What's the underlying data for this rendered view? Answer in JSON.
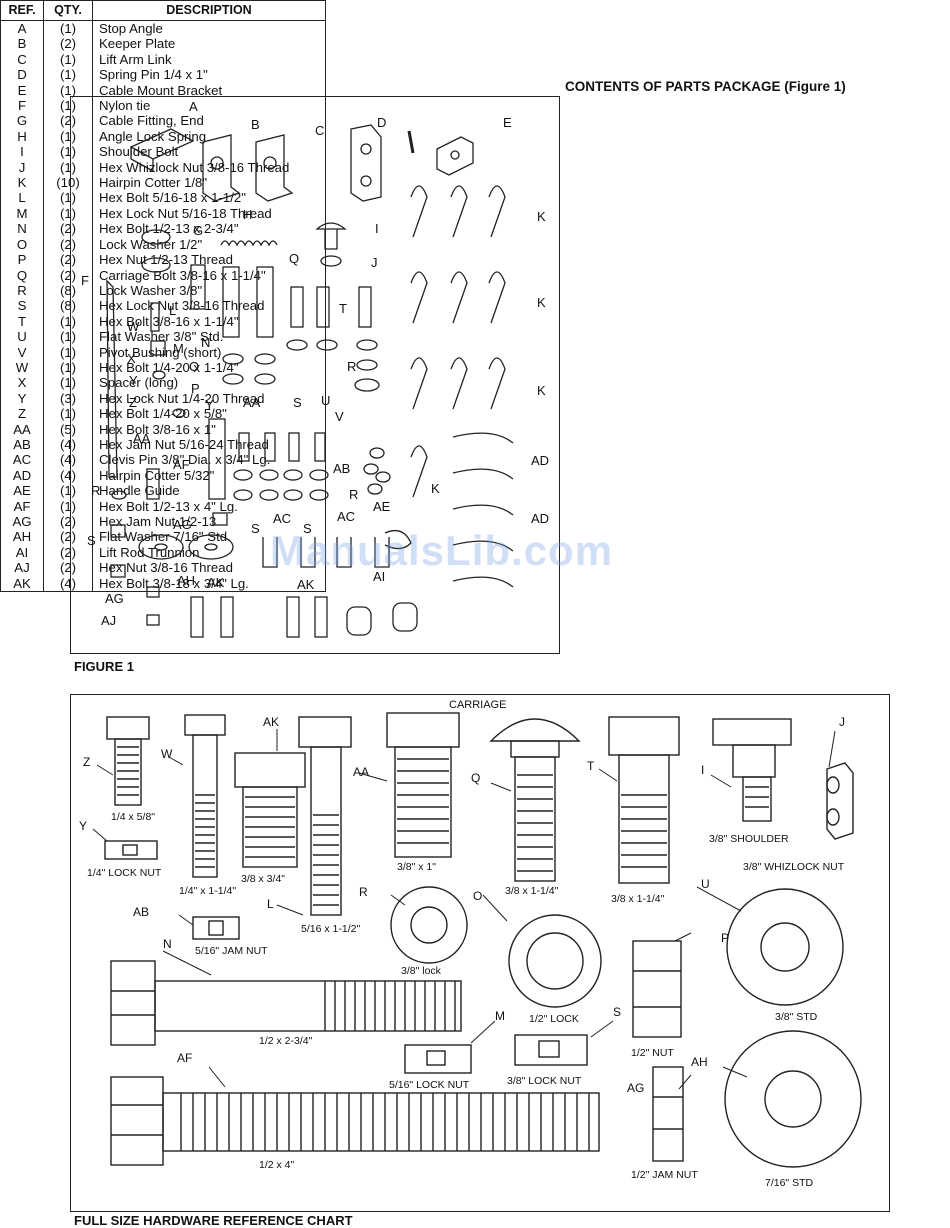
{
  "parts_package": {
    "title": "CONTENTS OF PARTS PACKAGE (Figure 1)",
    "headers": {
      "ref": "REF.",
      "qty": "QTY.",
      "desc": "DESCRIPTION"
    },
    "rows": [
      {
        "ref": "A",
        "qty": "(1)",
        "desc": "Stop Angle"
      },
      {
        "ref": "B",
        "qty": "(2)",
        "desc": "Keeper Plate"
      },
      {
        "ref": "C",
        "qty": "(1)",
        "desc": "Lift Arm Link"
      },
      {
        "ref": "D",
        "qty": "(1)",
        "desc": "Spring Pin 1/4 x 1\""
      },
      {
        "ref": "E",
        "qty": "(1)",
        "desc": "Cable Mount Bracket"
      },
      {
        "ref": "F",
        "qty": "(1)",
        "desc": "Nylon tie"
      },
      {
        "ref": "G",
        "qty": "(2)",
        "desc": "Cable Fitting, End"
      },
      {
        "ref": "H",
        "qty": "(1)",
        "desc": "Angle Lock Spring"
      },
      {
        "ref": "I",
        "qty": "(1)",
        "desc": "Shoulder Bolt"
      },
      {
        "ref": "J",
        "qty": "(1)",
        "desc": "Hex Whizlock Nut 3/8-16 Thread"
      },
      {
        "ref": "K",
        "qty": "(10)",
        "desc": "Hairpin Cotter 1/8\""
      },
      {
        "ref": "L",
        "qty": "(1)",
        "desc": "Hex Bolt 5/16-18 x 1-1/2\""
      },
      {
        "ref": "M",
        "qty": "(1)",
        "desc": "Hex Lock Nut 5/16-18 Thread"
      },
      {
        "ref": "N",
        "qty": "(2)",
        "desc": "Hex Bolt 1/2-13 x 2-3/4\""
      },
      {
        "ref": "O",
        "qty": "(2)",
        "desc": "Lock Washer 1/2\""
      },
      {
        "ref": "P",
        "qty": "(2)",
        "desc": "Hex Nut 1/2-13 Thread"
      },
      {
        "ref": "Q",
        "qty": "(2)",
        "desc": "Carriage Bolt 3/8-16 x 1-1/4\""
      },
      {
        "ref": "R",
        "qty": "(8)",
        "desc": "Lock Washer 3/8\""
      },
      {
        "ref": "S",
        "qty": "(8)",
        "desc": "Hex Lock Nut 3/8-16 Thread"
      },
      {
        "ref": "T",
        "qty": "(1)",
        "desc": "Hex Bolt 3/8-16 x 1-1/4\""
      },
      {
        "ref": "U",
        "qty": "(1)",
        "desc": "Flat Washer 3/8\" Std."
      },
      {
        "ref": "V",
        "qty": "(1)",
        "desc": "Pivot Bushing (short)"
      },
      {
        "ref": "W",
        "qty": "(1)",
        "desc": "Hex Bolt 1/4-20 x 1-1/4\""
      },
      {
        "ref": "X",
        "qty": "(1)",
        "desc": "Spacer (long)"
      },
      {
        "ref": "Y",
        "qty": "(3)",
        "desc": "Hex Lock Nut 1/4-20 Thread"
      },
      {
        "ref": "Z",
        "qty": "(1)",
        "desc": "Hex Bolt 1/4-20 x 5/8\""
      },
      {
        "ref": "AA",
        "qty": "(5)",
        "desc": "Hex Bolt 3/8-16 x 1\""
      },
      {
        "ref": "AB",
        "qty": "(4)",
        "desc": "Hex Jam Nut 5/16-24 Thread"
      },
      {
        "ref": "AC",
        "qty": "(4)",
        "desc": "Clevis Pin 3/8\" Dia. x 3/4\" Lg."
      },
      {
        "ref": "AD",
        "qty": "(4)",
        "desc": "Hairpin Cotter 5/32\""
      },
      {
        "ref": "AE",
        "qty": "(1)",
        "desc": "Handle Guide"
      },
      {
        "ref": "AF",
        "qty": "(1)",
        "desc": "Hex Bolt 1/2-13 x 4\" Lg."
      },
      {
        "ref": "AG",
        "qty": "(2)",
        "desc": "Hex Jam Nut 1/2-13"
      },
      {
        "ref": "AH",
        "qty": "(2)",
        "desc": "Flat Washer 7/16\" Std."
      },
      {
        "ref": "AI",
        "qty": "(2)",
        "desc": "Lift Rod Trunnion"
      },
      {
        "ref": "AJ",
        "qty": "(2)",
        "desc": "Hex Nut 3/8-16 Thread"
      },
      {
        "ref": "AK",
        "qty": "(4)",
        "desc": "Hex Bolt 3/8-18 x 3/4\" Lg."
      }
    ]
  },
  "figure1": {
    "caption": "FIGURE 1",
    "labels": {
      "A": "A",
      "B": "B",
      "C": "C",
      "D": "D",
      "E": "E",
      "F": "F",
      "G": "G",
      "H": "H",
      "I": "I",
      "J": "J",
      "K": "K",
      "L": "L",
      "M": "M",
      "N": "N",
      "O": "O",
      "P": "P",
      "Q": "Q",
      "R": "R",
      "S": "S",
      "T": "T",
      "U": "U",
      "V": "V",
      "W": "W",
      "X": "X",
      "Y": "Y",
      "Z": "Z",
      "AA": "AA",
      "AB": "AB",
      "AC": "AC",
      "AD": "AD",
      "AE": "AE",
      "AF": "AF",
      "AG": "AG",
      "AH": "AH",
      "AI": "AI",
      "AJ": "AJ",
      "AK": "AK"
    }
  },
  "hardware_chart": {
    "caption": "FULL SIZE HARDWARE REFERENCE CHART",
    "carriage_label": "CARRIAGE",
    "items": {
      "z": {
        "ref": "Z",
        "size": "1/4 x 5/8\""
      },
      "y": {
        "ref": "Y",
        "size": "1/4\"  LOCK NUT"
      },
      "w": {
        "ref": "W",
        "size": "1/4\" x 1-1/4\""
      },
      "ak": {
        "ref": "AK",
        "size": "3/8 x 3/4\""
      },
      "l": {
        "ref": "L",
        "size": "5/16 x 1-1/2\""
      },
      "aa": {
        "ref": "AA",
        "size": "3/8\" x 1\""
      },
      "q": {
        "ref": "Q",
        "size": "3/8 x 1-1/4\""
      },
      "t": {
        "ref": "T",
        "size": "3/8 x 1-1/4\""
      },
      "i": {
        "ref": "I",
        "size": "3/8\" SHOULDER"
      },
      "j": {
        "ref": "J",
        "size": "3/8\" WHIZLOCK NUT"
      },
      "ab": {
        "ref": "AB",
        "size": "5/16\" JAM NUT"
      },
      "r": {
        "ref": "R",
        "size": "3/8\" lock"
      },
      "o": {
        "ref": "O",
        "size": "1/2\" LOCK"
      },
      "u": {
        "ref": "U",
        "size": "3/8\" STD"
      },
      "p": {
        "ref": "P",
        "size": "1/2\" NUT"
      },
      "n": {
        "ref": "N",
        "size": "1/2 x 2-3/4\""
      },
      "m": {
        "ref": "M",
        "size": "5/16\" LOCK NUT"
      },
      "s": {
        "ref": "S",
        "size": "3/8\" LOCK NUT"
      },
      "af": {
        "ref": "AF",
        "size": "1/2 x 4\""
      },
      "ag": {
        "ref": "AG",
        "size": "1/2\" JAM NUT"
      },
      "ah": {
        "ref": "AH",
        "size": "7/16\" STD"
      }
    }
  },
  "watermark": "ManualsLib.com"
}
